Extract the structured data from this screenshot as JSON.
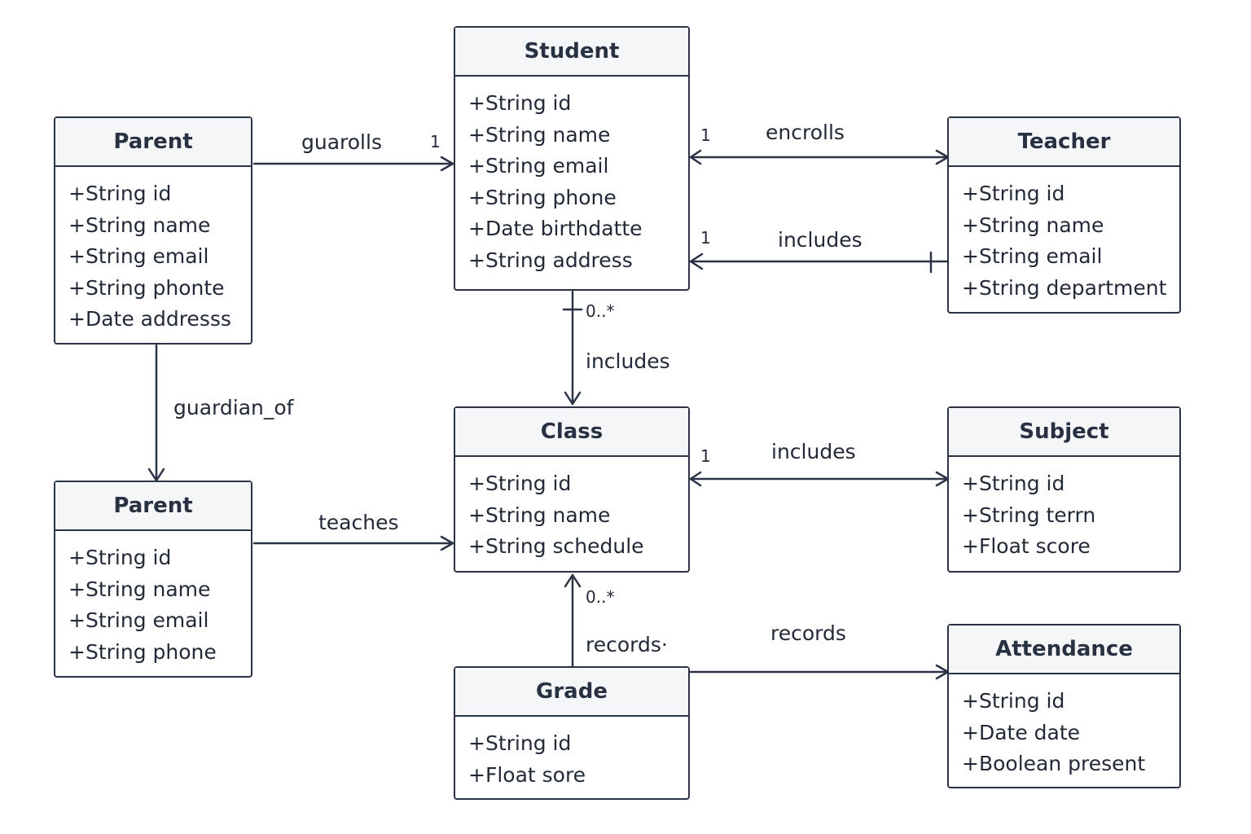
{
  "classes": {
    "student": {
      "title": "Student",
      "attrs": [
        "+String id",
        "+String name",
        "+String email",
        "+String phone",
        "+Date birthdatte",
        "+String address"
      ]
    },
    "parent_top": {
      "title": "Parent",
      "attrs": [
        "+String id",
        "+String name",
        "+String email",
        "+String phonte",
        "+Date addresss"
      ]
    },
    "teacher": {
      "title": "Teacher",
      "attrs": [
        "+String id",
        "+String name",
        "+String email",
        "+String department"
      ]
    },
    "class": {
      "title": "Class",
      "attrs": [
        "+String id",
        "+String name",
        "+String schedule"
      ]
    },
    "subject": {
      "title": "Subject",
      "attrs": [
        "+String id",
        "+String terrn",
        "+Float score"
      ]
    },
    "parent_bot": {
      "title": "Parent",
      "attrs": [
        "+String id",
        "+String name",
        "+String email",
        "+String phone"
      ]
    },
    "grade": {
      "title": "Grade",
      "attrs": [
        "+String id",
        "+Float sore"
      ]
    },
    "attendance": {
      "title": "Attendance",
      "attrs": [
        "+String id",
        "+Date date",
        "+Boolean  present"
      ]
    }
  },
  "relations": {
    "guarolls": {
      "label": "guarolls",
      "mult_target": "1"
    },
    "enrolls": {
      "label": "encrolls",
      "mult_source": "1"
    },
    "includes_top": {
      "label": "includes",
      "mult_target": "1"
    },
    "includes_mid": {
      "label": "includes",
      "mult_source": "0..*"
    },
    "guardian_of": {
      "label": "guardian_of"
    },
    "teaches": {
      "label": "teaches"
    },
    "includes_sub": {
      "label": "includes",
      "mult_source": "1"
    },
    "records_grade": {
      "label": "records·",
      "mult_target": "0..*"
    },
    "records_att": {
      "label": "records"
    }
  }
}
